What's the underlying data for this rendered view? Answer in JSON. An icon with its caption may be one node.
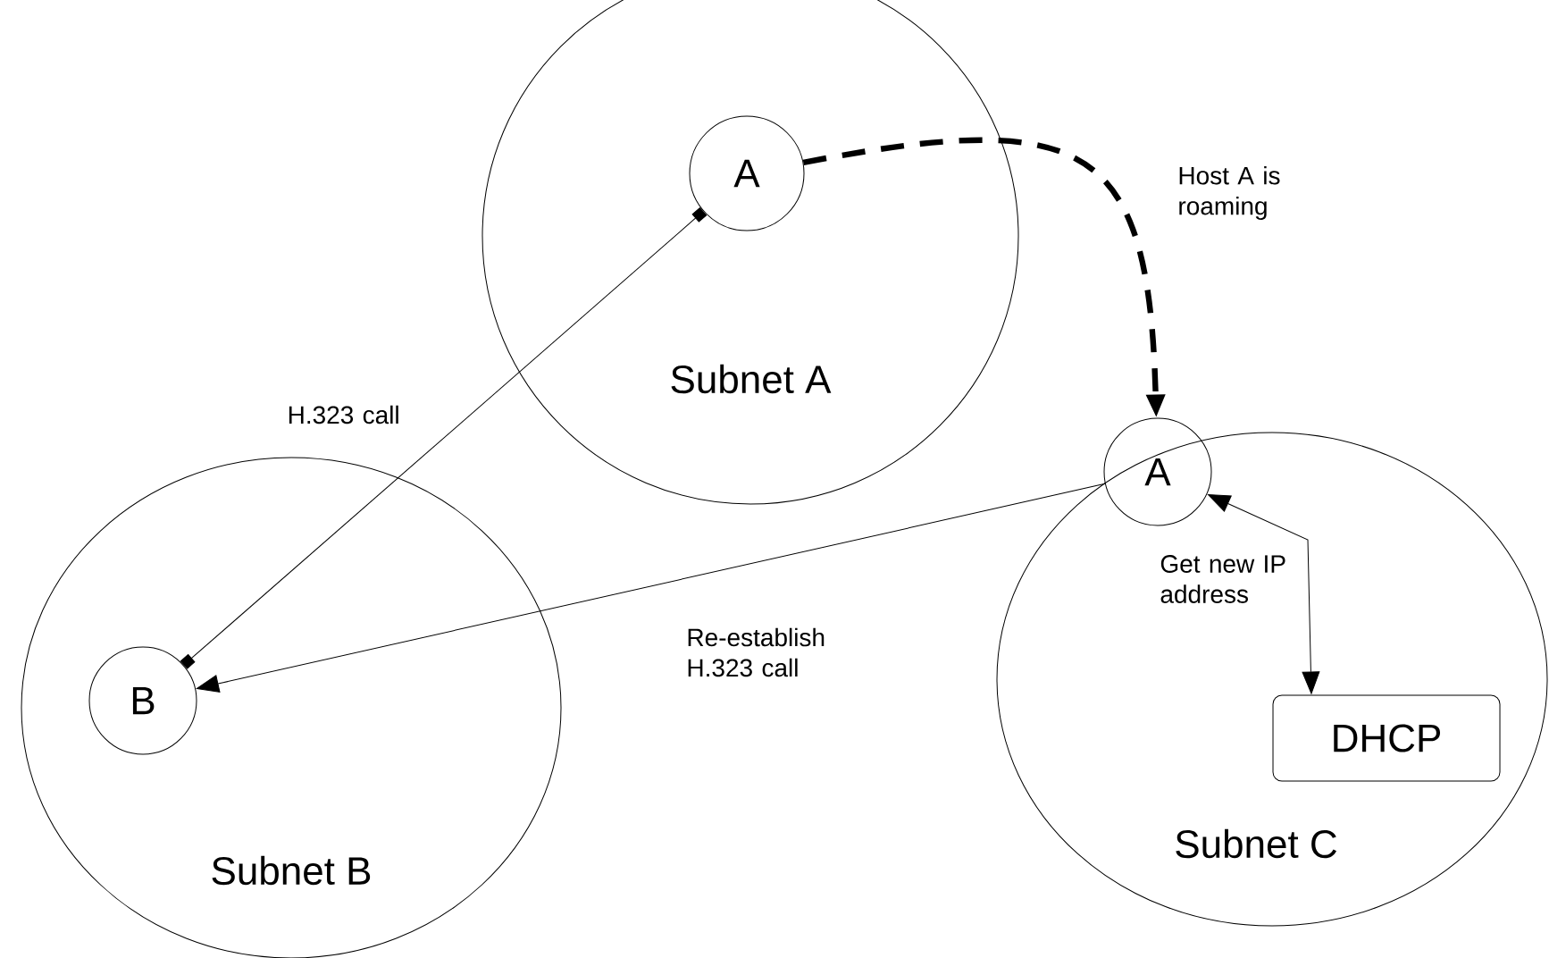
{
  "diagram": {
    "nodes": [
      {
        "text": [
          "Subnet A"
        ]
      },
      {
        "text": [
          "A"
        ],
        "in": 0
      },
      {
        "text": [
          "Subnet B"
        ]
      },
      {
        "text": [
          "B"
        ],
        "in": 2
      },
      {
        "text": [
          "Subnet C"
        ]
      },
      {
        "text": [
          "A"
        ]
      },
      {
        "text": [
          "DHCP"
        ],
        "in": 4
      }
    ],
    "edges": [
      {
        "from": 1,
        "to": 3,
        "arrow": "other",
        "label": "H.323 call"
      },
      {
        "from": 1,
        "to": 5,
        "arrow": "to",
        "style": "dashed",
        "label": "Host A is roaming"
      },
      {
        "from": 5,
        "to": 3,
        "arrow": "to",
        "label": "Re-establish H.323 call"
      },
      {
        "from": 5,
        "to": 6,
        "arrow": "both",
        "label": "Get new IP address"
      }
    ]
  }
}
